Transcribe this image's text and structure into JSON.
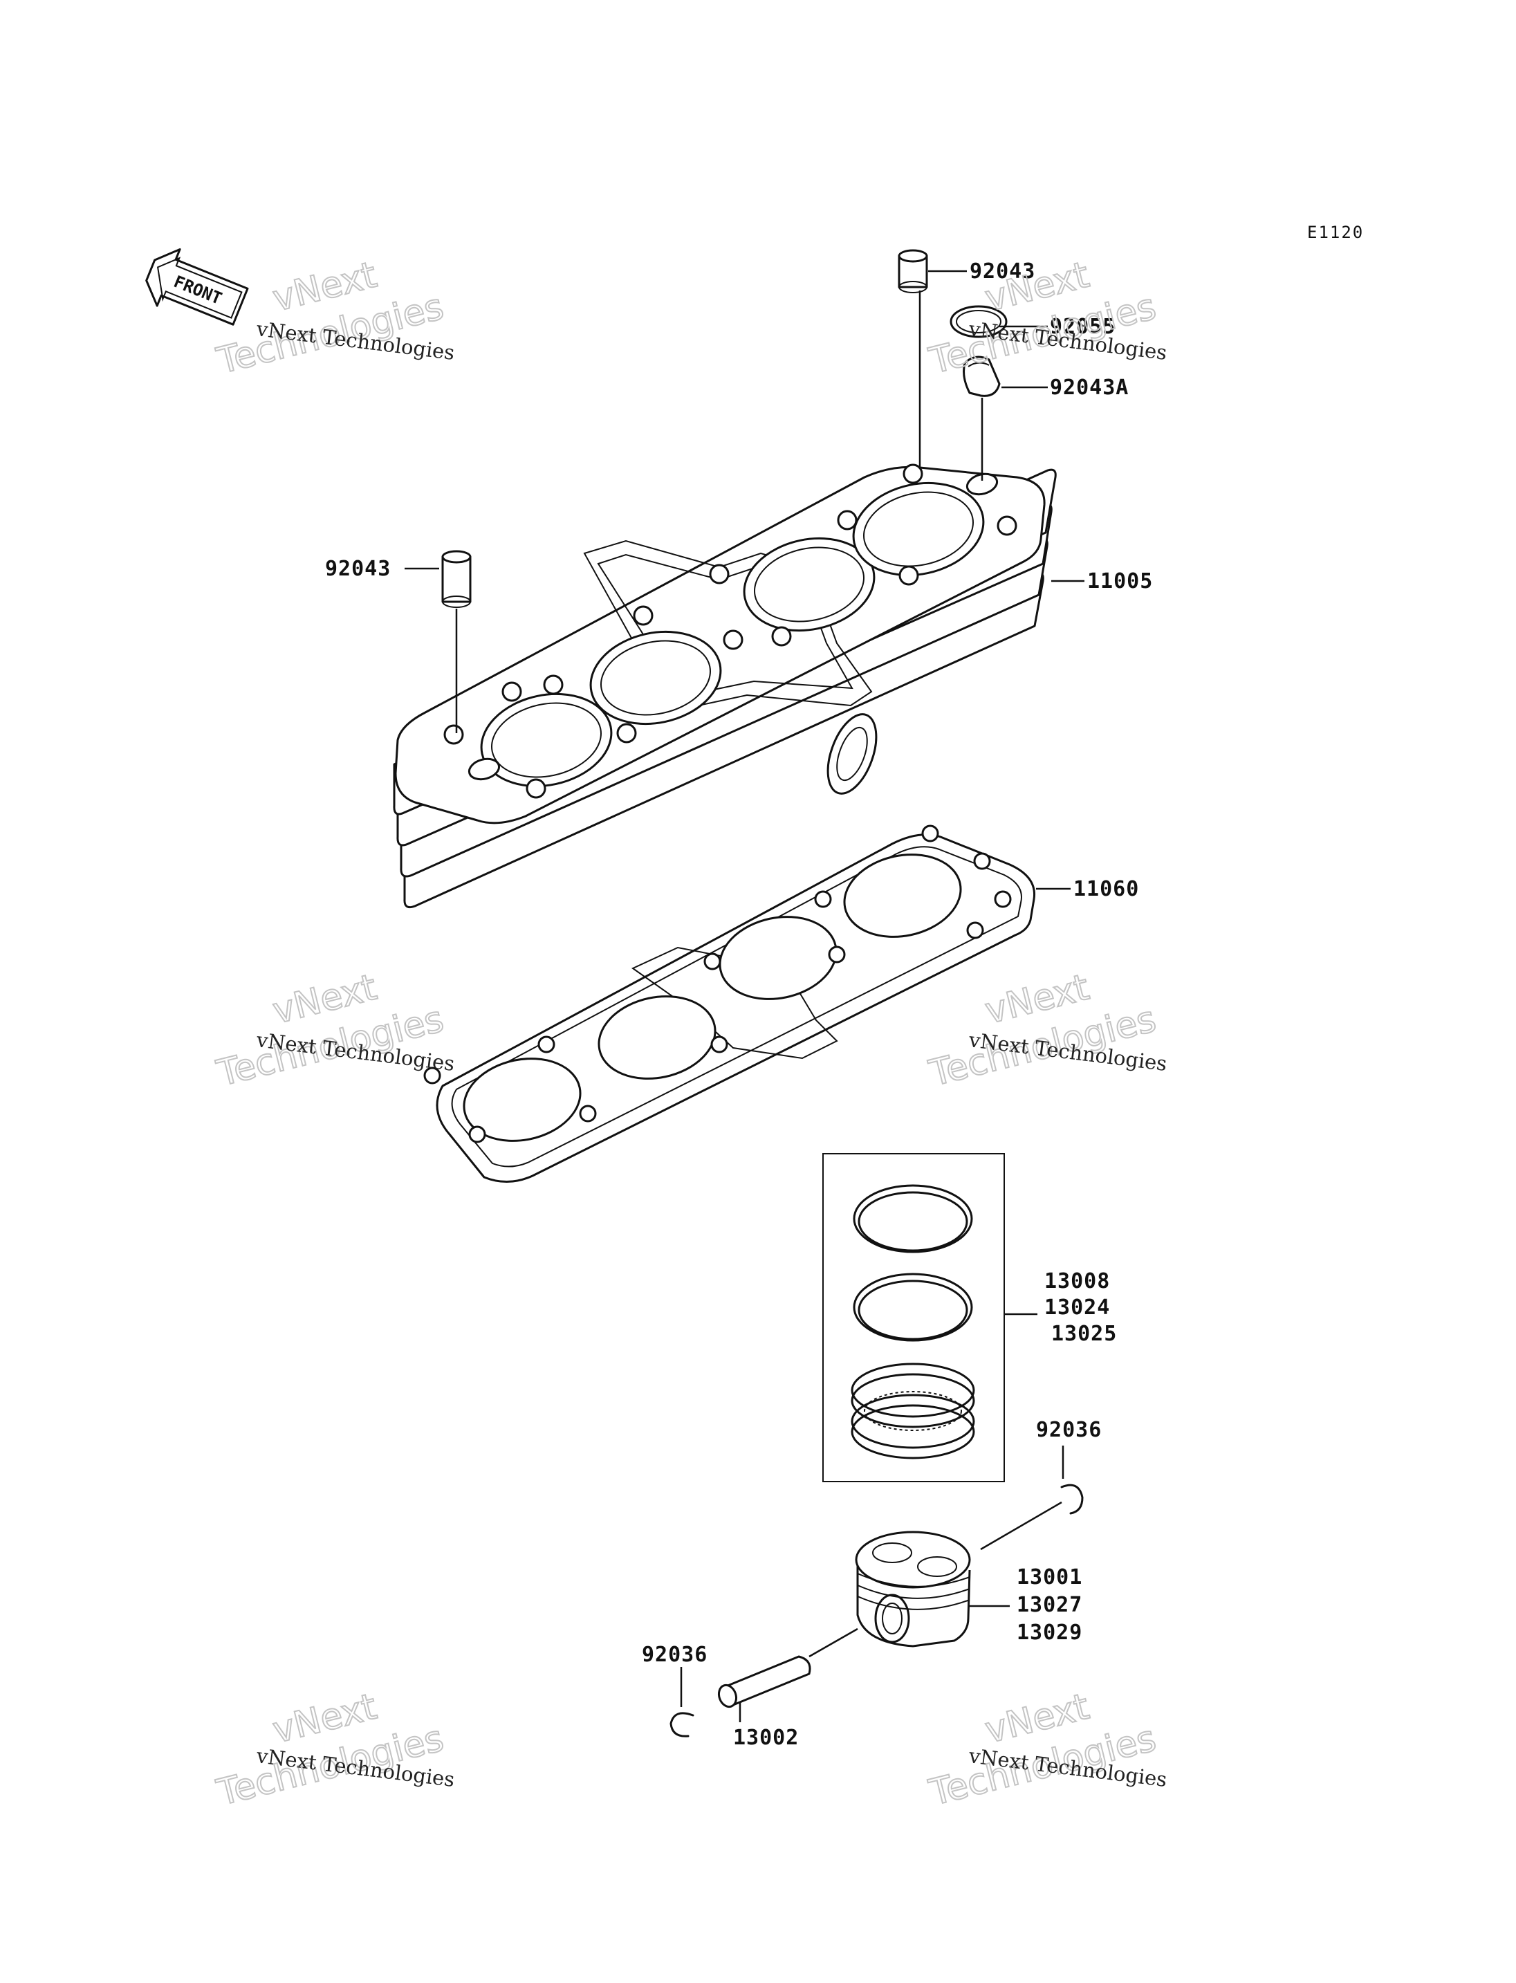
{
  "diagram_code": "E1120",
  "front_label": "FRONT",
  "watermark": {
    "line1": "vNext Technologies",
    "line2a": "vNext",
    "line2b": "Technologies"
  },
  "parts": {
    "dowel_pin_top": "92043",
    "o_ring": "92055",
    "collar": "92043A",
    "dowel_pin_left": "92043",
    "cylinder": "11005",
    "gasket": "11060",
    "ring_set_1": "13008",
    "ring_set_2": "13024",
    "ring_set_3": "13025",
    "circlip_right": "92036",
    "piston_1": "13001",
    "piston_2": "13027",
    "piston_3": "13029",
    "circlip_left": "92036",
    "piston_pin": "13002"
  }
}
